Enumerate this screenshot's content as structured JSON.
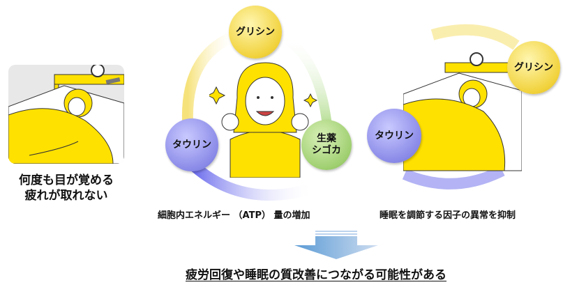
{
  "left_panel": {
    "caption_line1": "何度も目が覚める",
    "caption_line2": "疲れが取れない"
  },
  "circles": {
    "glycine_top": "グリシン",
    "taurine_left": "タウリン",
    "herb_line1": "生薬",
    "herb_line2": "シゴカ",
    "taurine_right": "タウリン",
    "glycine_right": "グリシン"
  },
  "effects": {
    "energy": "細胞内エネルギー （ATP） 量の増加",
    "sleep": "睡眠を調節する因子の異常を抑制"
  },
  "conclusion": "疲労回復や睡眠の質改善につながる可能性がある",
  "colors": {
    "yellow": "#f1d23c",
    "purple": "#8a8ae8",
    "green": "#9fcf70",
    "arrow": "#5b9bd5"
  }
}
